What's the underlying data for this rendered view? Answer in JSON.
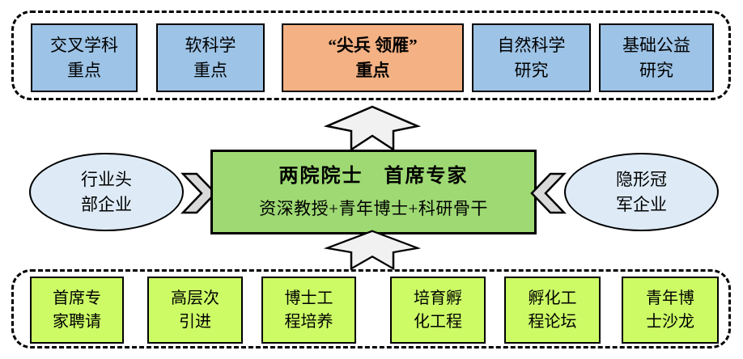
{
  "colors": {
    "blue_box": "#9DC3E6",
    "orange_box": "#F4B183",
    "center_green": "#9ED973",
    "bottom_green": "#CCFB66",
    "ellipse_blue": "#DEEBF7",
    "arrow_gray": "#F1F1F1",
    "chevron_gray": "#D9D9D9",
    "border": "#000000"
  },
  "top_group": {
    "boxes": [
      {
        "label": "交叉学科\n重点"
      },
      {
        "label": "软科学\n重点"
      },
      {
        "label": "“尖兵 领雁”\n重点"
      },
      {
        "label": "自然科学\n研究"
      },
      {
        "label": "基础公益\n研究"
      }
    ]
  },
  "center": {
    "line1": "两院院士　首席专家",
    "line2": "资深教授+青年博士+科研骨干"
  },
  "left_ellipse": {
    "label": "行业头\n部企业"
  },
  "right_ellipse": {
    "label": "隐形冠\n军企业"
  },
  "bottom_group": {
    "boxes": [
      {
        "label": "首席专\n家聘请"
      },
      {
        "label": "高层次\n引进"
      },
      {
        "label": "博士工\n程培养"
      },
      {
        "label": "培育孵\n化工程"
      },
      {
        "label": "孵化工\n程论坛"
      },
      {
        "label": "青年博\n士沙龙"
      }
    ]
  },
  "icons": {
    "up_arrow_top": "up-arrow",
    "up_arrow_bottom": "up-arrow",
    "chevron_right": "chevron-right",
    "chevron_left": "chevron-left"
  }
}
